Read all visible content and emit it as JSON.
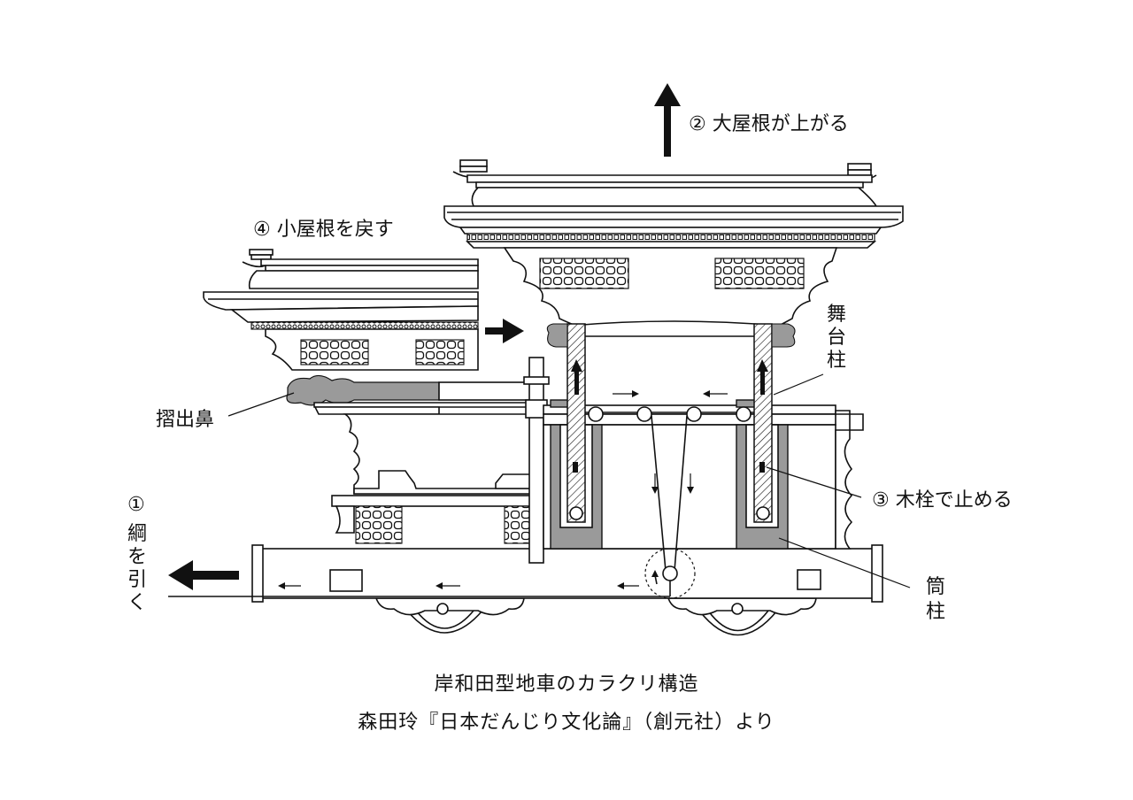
{
  "labels": {
    "oyane_raise": "② 大屋根が上がる",
    "koyane_return": "④ 小屋根を戻す",
    "butai_bashira": [
      "舞",
      "台",
      "柱"
    ],
    "surudashi_bana": "摺出鼻",
    "kisen_stop": "③ 木栓で止める",
    "tsuna_num": "①",
    "tsuna_text": [
      "綱",
      "を",
      "引",
      "く"
    ],
    "tsutsu_bashira": [
      "筒",
      "柱"
    ]
  },
  "caption": {
    "title": "岸和田型地車のカラクリ構造",
    "source": "森田玲『日本だんじり文化論』（創元社）より"
  },
  "colors": {
    "line": "#111111",
    "shade": "#9a9a9a",
    "background": "#ffffff"
  }
}
